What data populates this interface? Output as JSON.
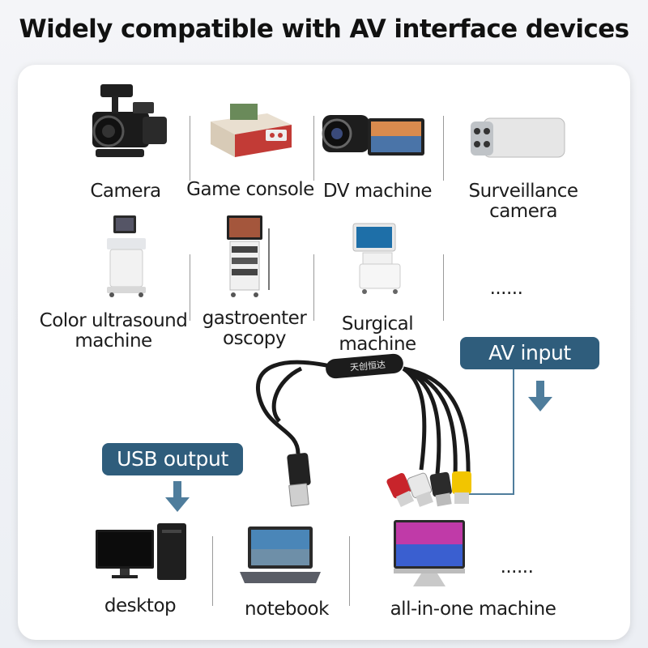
{
  "headline": "Widely compatible with AV interface devices",
  "devices_row1": [
    {
      "label": "Camera",
      "icon": "camera-icon"
    },
    {
      "label": "Game console",
      "icon": "game-console-icon"
    },
    {
      "label": "DV machine",
      "icon": "dv-machine-icon"
    },
    {
      "label": "Surveillance camera",
      "line1": "Surveillance",
      "line2": "camera",
      "icon": "surveillance-camera-icon"
    }
  ],
  "devices_row2": [
    {
      "line1": "Color ultrasound",
      "line2": "machine",
      "icon": "ultrasound-machine-icon"
    },
    {
      "line1": "gastroenter",
      "line2": "oscopy",
      "icon": "gastroscopy-cart-icon"
    },
    {
      "line1": "Surgical",
      "line2": "machine",
      "icon": "surgical-machine-icon"
    },
    {
      "label": "......"
    }
  ],
  "av_input_label": "AV input",
  "usb_output_label": "USB output",
  "cable_brand": "天创恒达",
  "outputs": [
    {
      "label": "desktop",
      "icon": "desktop-computer-icon"
    },
    {
      "label": "notebook",
      "icon": "laptop-icon"
    },
    {
      "label": "all-in-one machine",
      "icon": "all-in-one-pc-icon"
    },
    {
      "label": "......"
    }
  ],
  "colors": {
    "pill": "#2f5d7c",
    "arrow": "#4f7d9c",
    "rca_red": "#c8242b",
    "rca_white": "#e8e8e8",
    "rca_yellow": "#f2c500"
  }
}
